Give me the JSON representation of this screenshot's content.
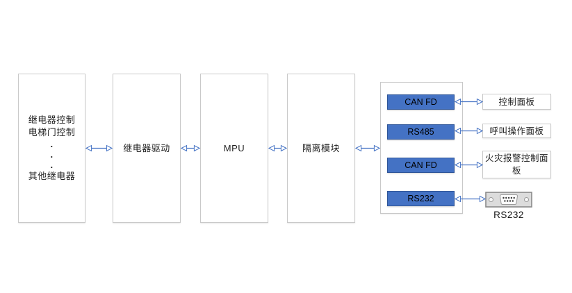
{
  "diagram": {
    "title_semantic": "elevator-control-board-block-diagram",
    "blocks": {
      "relay_outputs": {
        "lines": [
          "继电器控制",
          "电梯门控制",
          ".",
          ".",
          ".",
          "其他继电器"
        ]
      },
      "relay_driver": {
        "label": "继电器驱动"
      },
      "mpu": {
        "label": "MPU"
      },
      "isolation": {
        "label": "隔离模块"
      }
    },
    "interfaces": [
      {
        "label": "CAN FD",
        "target_lines": [
          "控制面板"
        ]
      },
      {
        "label": "RS485",
        "target_lines": [
          "呼叫操作面板"
        ]
      },
      {
        "label": "CAN FD",
        "target_lines": [
          "火灾报警控制面",
          "板"
        ]
      },
      {
        "label": "RS232",
        "connector_icon": "db9-serial-connector-icon",
        "caption": "RS232"
      }
    ],
    "colors": {
      "interface_fill": "#4472C4",
      "interface_border": "#2F5597",
      "arrow": "#4472C4",
      "box_border": "#C9C9C9",
      "connector_body": "#DCDCDC",
      "connector_outline": "#8A8A8A",
      "text": "#1F1F1F"
    }
  }
}
